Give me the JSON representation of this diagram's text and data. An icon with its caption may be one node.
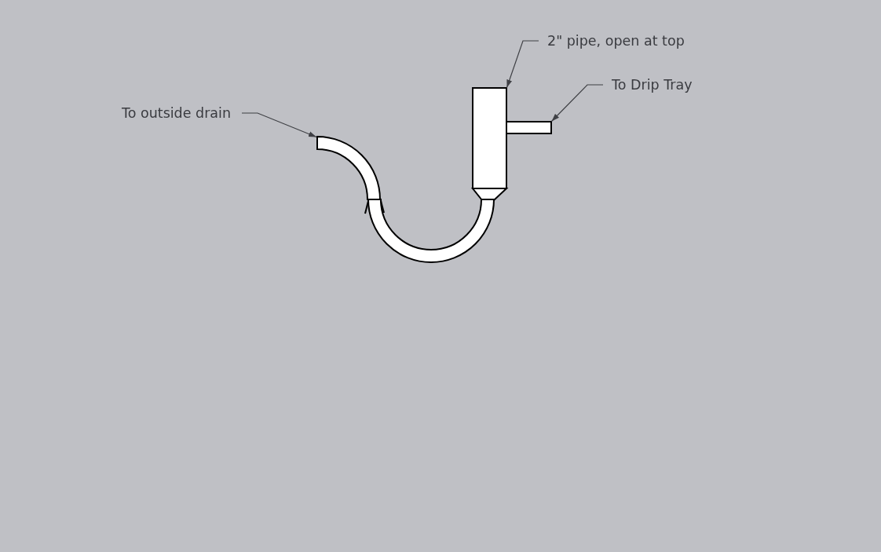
{
  "diagram": {
    "nodes": [
      {
        "text": [
          "2\" pipe, open at top"
        ]
      },
      {
        "text": [
          "To Drip Tray"
        ]
      },
      {
        "text": [
          "To outside drain"
        ]
      },
      {
        "text": [],
        "shape": "box"
      },
      {
        "text": [],
        "shape": "box"
      },
      {
        "text": [],
        "shape": "picture"
      }
    ],
    "edges": [
      {
        "from": 0,
        "to": 3,
        "arrow": "to"
      },
      {
        "from": 1,
        "to": 4,
        "arrow": "to"
      },
      {
        "from": 2,
        "to": 5,
        "arrow": "to"
      }
    ]
  }
}
